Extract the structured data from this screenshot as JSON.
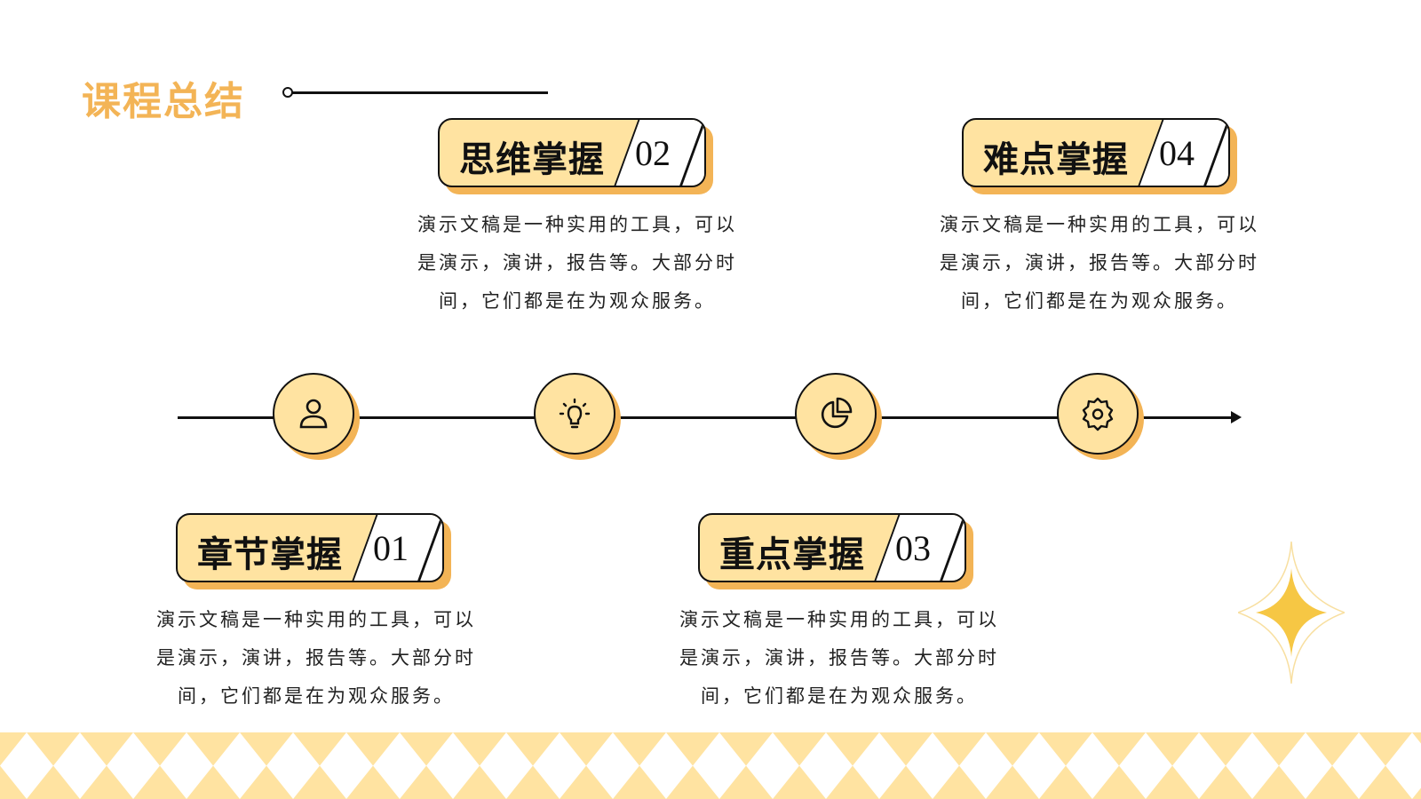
{
  "page": {
    "title": "课程总结"
  },
  "timeline": {
    "nodes": [
      {
        "icon": "user-icon"
      },
      {
        "icon": "lightbulb-icon"
      },
      {
        "icon": "pie-chart-icon"
      },
      {
        "icon": "gear-icon"
      }
    ]
  },
  "cards": [
    {
      "label": "章节掌握",
      "number": "01",
      "desc": [
        "演示文稿是一种实用的工具，可以",
        "是演示，演讲，报告等。大部分时",
        "间，它们都是在为观众服务。"
      ]
    },
    {
      "label": "思维掌握",
      "number": "02",
      "desc": [
        "演示文稿是一种实用的工具，可以",
        "是演示，演讲，报告等。大部分时",
        "间，它们都是在为观众服务。"
      ]
    },
    {
      "label": "重点掌握",
      "number": "03",
      "desc": [
        "演示文稿是一种实用的工具，可以",
        "是演示，演讲，报告等。大部分时",
        "间，它们都是在为观众服务。"
      ]
    },
    {
      "label": "难点掌握",
      "number": "04",
      "desc": [
        "演示文稿是一种实用的工具，可以",
        "是演示，演讲，报告等。大部分时",
        "间，它们都是在为观众服务。"
      ]
    }
  ],
  "colors": {
    "accent": "#F3B456",
    "fill": "#FFE3A1",
    "outline": "#111111",
    "sparkle": "#F6C744"
  }
}
